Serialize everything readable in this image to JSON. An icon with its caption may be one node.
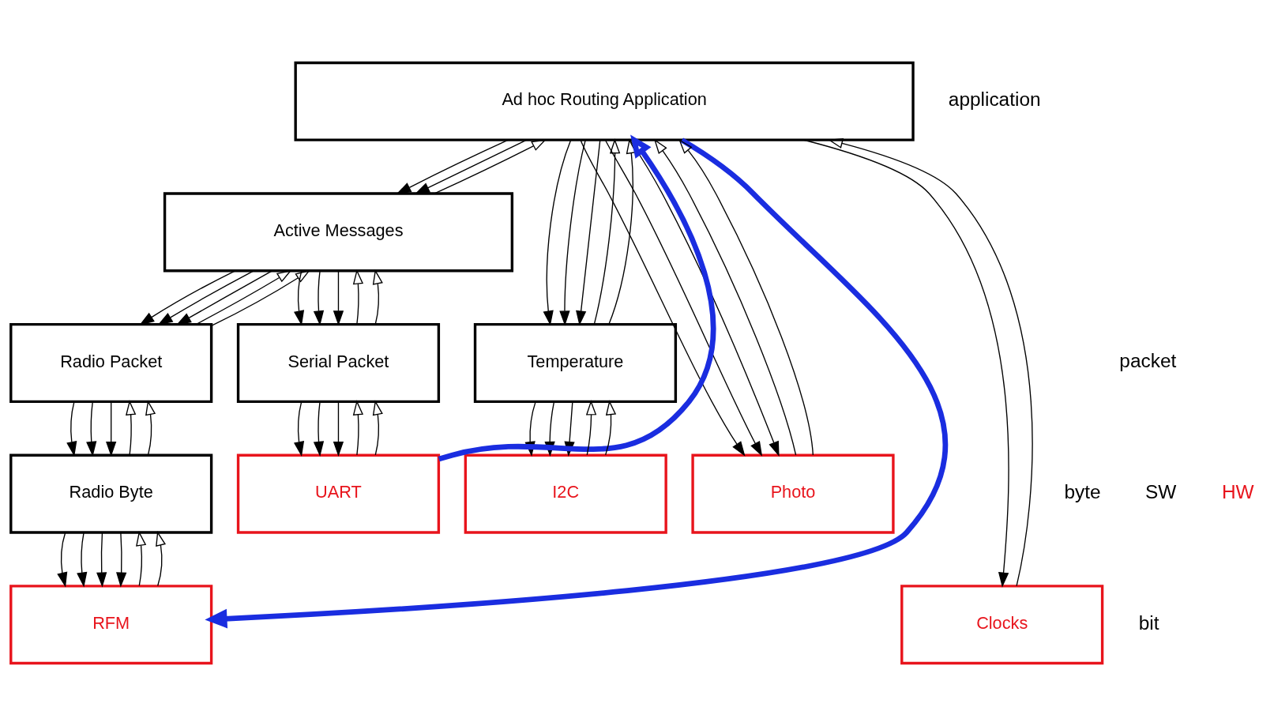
{
  "diagram": {
    "nodes": [
      {
        "text": [
          "Ad hoc Routing Application"
        ]
      },
      {
        "text": [
          "Active Messages"
        ]
      },
      {
        "text": [
          "Radio Packet"
        ]
      },
      {
        "text": [
          "Serial Packet"
        ]
      },
      {
        "text": [
          "Temperature"
        ]
      },
      {
        "text": [
          "Radio Byte"
        ]
      },
      {
        "text": [
          "UART"
        ]
      },
      {
        "text": [
          "I2C"
        ]
      },
      {
        "text": [
          "Photo"
        ]
      },
      {
        "text": [
          "RFM"
        ]
      },
      {
        "text": [
          "Clocks"
        ]
      }
    ],
    "edges": [
      {
        "from": 0,
        "to": 1,
        "arrow": "to"
      },
      {
        "from": 0,
        "to": 1,
        "arrow": "to"
      },
      {
        "from": 1,
        "to": 0,
        "arrow": "to"
      },
      {
        "from": 1,
        "to": 2,
        "arrow": "to"
      },
      {
        "from": 1,
        "to": 2,
        "arrow": "to"
      },
      {
        "from": 1,
        "to": 2,
        "arrow": "to"
      },
      {
        "from": 2,
        "to": 1,
        "arrow": "to"
      },
      {
        "from": 2,
        "to": 1,
        "arrow": "to"
      },
      {
        "from": 1,
        "to": 3,
        "arrow": "to"
      },
      {
        "from": 1,
        "to": 3,
        "arrow": "to"
      },
      {
        "from": 1,
        "to": 3,
        "arrow": "to"
      },
      {
        "from": 3,
        "to": 1,
        "arrow": "to"
      },
      {
        "from": 3,
        "to": 1,
        "arrow": "to"
      },
      {
        "from": 0,
        "to": 4,
        "arrow": "to"
      },
      {
        "from": 0,
        "to": 4,
        "arrow": "to"
      },
      {
        "from": 0,
        "to": 4,
        "arrow": "to"
      },
      {
        "from": 4,
        "to": 0,
        "arrow": "to"
      },
      {
        "from": 4,
        "to": 0,
        "arrow": "to"
      },
      {
        "from": 0,
        "to": 8,
        "arrow": "to"
      },
      {
        "from": 0,
        "to": 8,
        "arrow": "to"
      },
      {
        "from": 0,
        "to": 8,
        "arrow": "to"
      },
      {
        "from": 8,
        "to": 0,
        "arrow": "to"
      },
      {
        "from": 8,
        "to": 0,
        "arrow": "to"
      },
      {
        "from": 0,
        "to": 10,
        "arrow": "to"
      },
      {
        "from": 10,
        "to": 0,
        "arrow": "to"
      },
      {
        "from": 2,
        "to": 5,
        "arrow": "to"
      },
      {
        "from": 2,
        "to": 5,
        "arrow": "to"
      },
      {
        "from": 2,
        "to": 5,
        "arrow": "to"
      },
      {
        "from": 5,
        "to": 2,
        "arrow": "to"
      },
      {
        "from": 5,
        "to": 2,
        "arrow": "to"
      },
      {
        "from": 3,
        "to": 6,
        "arrow": "to"
      },
      {
        "from": 3,
        "to": 6,
        "arrow": "to"
      },
      {
        "from": 3,
        "to": 6,
        "arrow": "to"
      },
      {
        "from": 6,
        "to": 3,
        "arrow": "to"
      },
      {
        "from": 6,
        "to": 3,
        "arrow": "to"
      },
      {
        "from": 4,
        "to": 7,
        "arrow": "to"
      },
      {
        "from": 4,
        "to": 7,
        "arrow": "to"
      },
      {
        "from": 4,
        "to": 7,
        "arrow": "to"
      },
      {
        "from": 7,
        "to": 4,
        "arrow": "to"
      },
      {
        "from": 7,
        "to": 4,
        "arrow": "to"
      },
      {
        "from": 5,
        "to": 9,
        "arrow": "to"
      },
      {
        "from": 5,
        "to": 9,
        "arrow": "to"
      },
      {
        "from": 5,
        "to": 9,
        "arrow": "to"
      },
      {
        "from": 5,
        "to": 9,
        "arrow": "to"
      },
      {
        "from": 9,
        "to": 5,
        "arrow": "to"
      },
      {
        "from": 9,
        "to": 5,
        "arrow": "to"
      },
      {
        "from": 0,
        "to": 9,
        "arrow": "to",
        "style": "thick",
        "color": "#1a2de0"
      },
      {
        "from": 6,
        "to": 0,
        "arrow": "to",
        "style": "thick",
        "color": "#1a2de0"
      }
    ],
    "labels": [
      "application",
      "packet",
      "byte",
      "bit",
      "SW",
      "HW"
    ]
  }
}
